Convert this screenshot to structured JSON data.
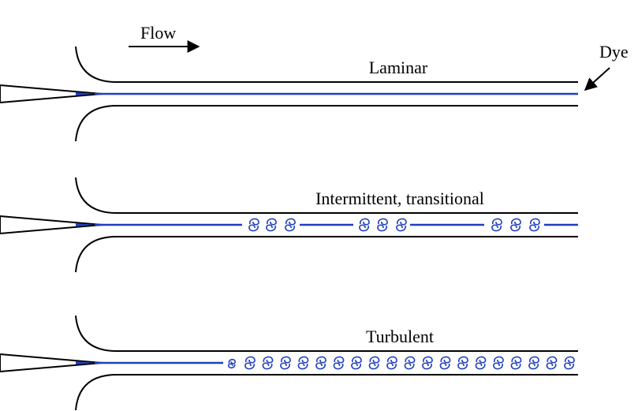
{
  "labels": {
    "flow": "Flow",
    "dye": "Dye"
  },
  "colors": {
    "dye": "#1f3fbf",
    "ink": "#000000"
  },
  "panels": [
    {
      "id": "laminar",
      "title": "Laminar",
      "regime": "laminar"
    },
    {
      "id": "transitional",
      "title": "Intermittent, transitional",
      "regime": "intermittent"
    },
    {
      "id": "turbulent",
      "title": "Turbulent",
      "regime": "turbulent"
    }
  ]
}
